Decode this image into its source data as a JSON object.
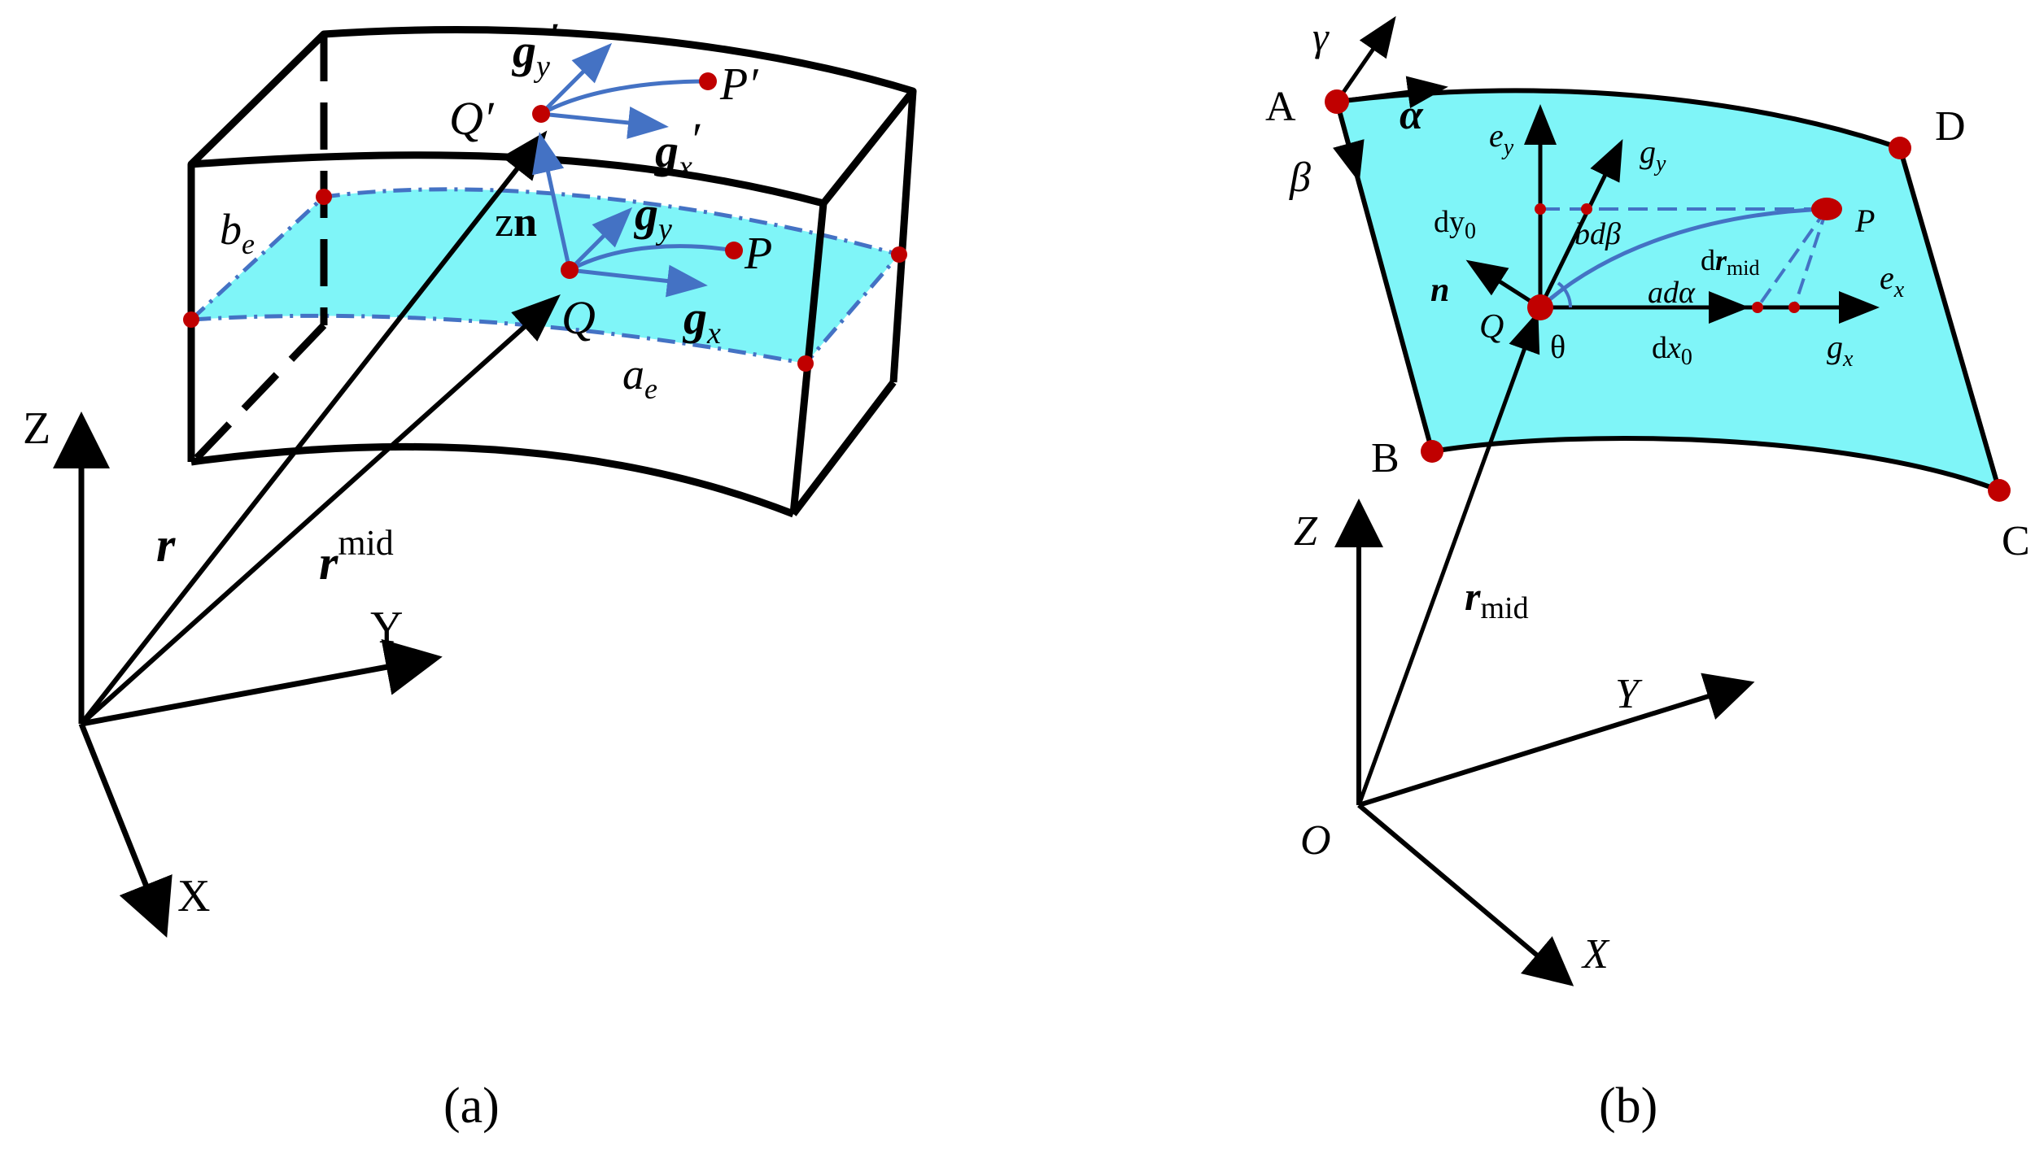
{
  "panel_a": {
    "caption": "(a)",
    "labels": {
      "Z": "Z",
      "Y": "Y",
      "X": "X",
      "r": "r",
      "r_mid_base": "r",
      "r_mid_sup": "mid",
      "be": "b",
      "be_sub": "e",
      "ae": "a",
      "ae_sub": "e",
      "zn_z": "z",
      "zn_n": "n",
      "Q": "Q",
      "P": "P",
      "Q_prime": "Q′",
      "P_prime": "P′",
      "gx": "g",
      "gx_sub": "x",
      "gy": "g",
      "gy_sub": "y",
      "gx_prime": "g",
      "gx_prime_sub": "x",
      "gx_prime_mark": "′",
      "gy_prime": "g",
      "gy_prime_sub": "y",
      "gy_prime_mark": "′"
    }
  },
  "panel_b": {
    "caption": "(b)",
    "labels": {
      "A": "A",
      "B": "B",
      "C": "C",
      "D": "D",
      "gamma": "γ",
      "alpha": "α",
      "beta": "β",
      "ey": "e",
      "ey_sub": "y",
      "ex": "e",
      "ex_sub": "x",
      "gy": "g",
      "gy_sub": "y",
      "gx": "g",
      "gx_sub": "x",
      "dy0": "dy",
      "dy0_sub": "0",
      "bdbeta": "bdβ",
      "adalpha": "adα",
      "drmid_d": "d",
      "drmid_r": "r",
      "drmid_sub": "mid",
      "dx0_d": "d",
      "dx0_x": "x",
      "dx0_sub": "0",
      "n": "n",
      "Q": "Q",
      "P": "P",
      "theta": "θ",
      "rmid_r": "r",
      "rmid_sub": "mid",
      "Z": "Z",
      "Y": "Y",
      "X": "X",
      "O": "O"
    }
  },
  "colors": {
    "surface": "#7ff5f8",
    "vector": "#4472c4",
    "point": "#c00000",
    "line": "#000000"
  }
}
